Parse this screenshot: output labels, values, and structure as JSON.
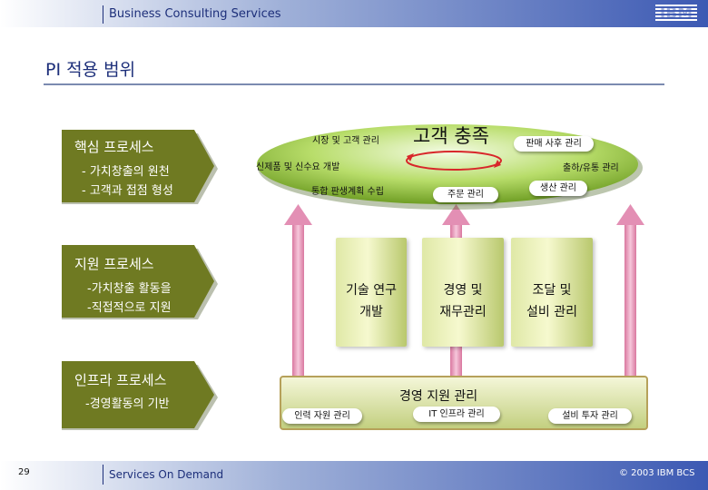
{
  "header": {
    "title": "Business Consulting Services",
    "logo_text": "IBM"
  },
  "slide": {
    "title": "PI 적용 범위"
  },
  "left_processes": [
    {
      "title": "핵심 프로세스",
      "lines": [
        "- 가치창출의 원천",
        "- 고객과 접점 형성"
      ]
    },
    {
      "title": "지원 프로세스",
      "lines": [
        "-가치창출 활동을",
        "-직접적으로 지원"
      ]
    },
    {
      "title": "인프라 프로세스",
      "lines": [
        "-경영활동의 기반"
      ]
    }
  ],
  "core_ellipse": {
    "center_label": "고객 충족",
    "items": [
      "시장 및 고객 관리",
      "신제품 및 신수요 개발",
      "통합 판생계획 수립",
      "주문 관리",
      "판매 사후 관리",
      "출하/유통 관리",
      "생산 관리"
    ]
  },
  "support_columns": [
    {
      "label_line1": "기술 연구",
      "label_line2": "개발"
    },
    {
      "label_line1": "경영 및",
      "label_line2": "재무관리"
    },
    {
      "label_line1": "조달 및",
      "label_line2": "설비 관리"
    }
  ],
  "infra_base": {
    "label": "경영 지원 관리",
    "items": [
      "인력 자원 관리",
      "IT 인프라 관리",
      "설비 투자 관리"
    ]
  },
  "footer": {
    "page_number": "29",
    "tagline": "Services On Demand",
    "copyright": "© 2003 IBM BCS"
  },
  "colors": {
    "header_blue": "#3c59b3",
    "olive": "#6f7a22",
    "arrow_pink": "#e9a0c0",
    "ellipse_green": "#8fbf3c"
  }
}
